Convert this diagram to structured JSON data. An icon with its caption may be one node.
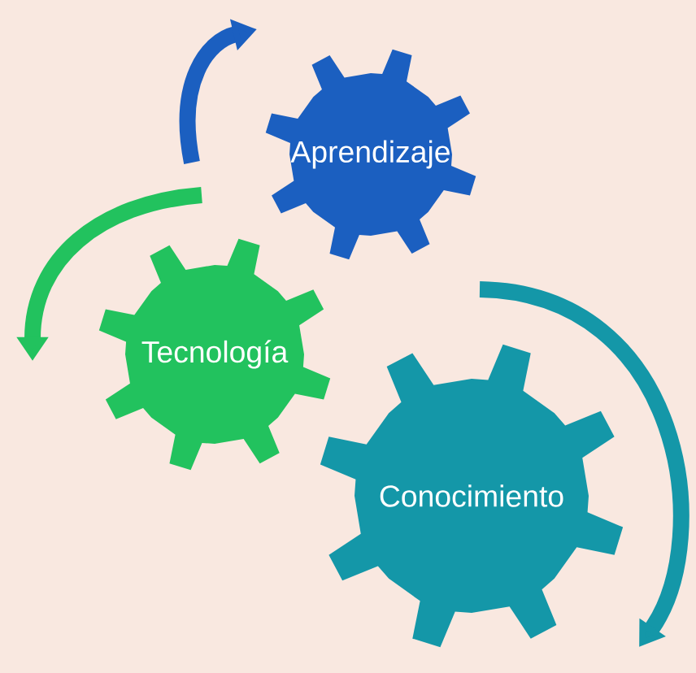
{
  "diagram": {
    "nodes": [
      {
        "text": [
          "Aprendizaje"
        ]
      },
      {
        "text": [
          "Tecnología"
        ]
      },
      {
        "text": [
          "Conocimiento"
        ]
      }
    ]
  }
}
